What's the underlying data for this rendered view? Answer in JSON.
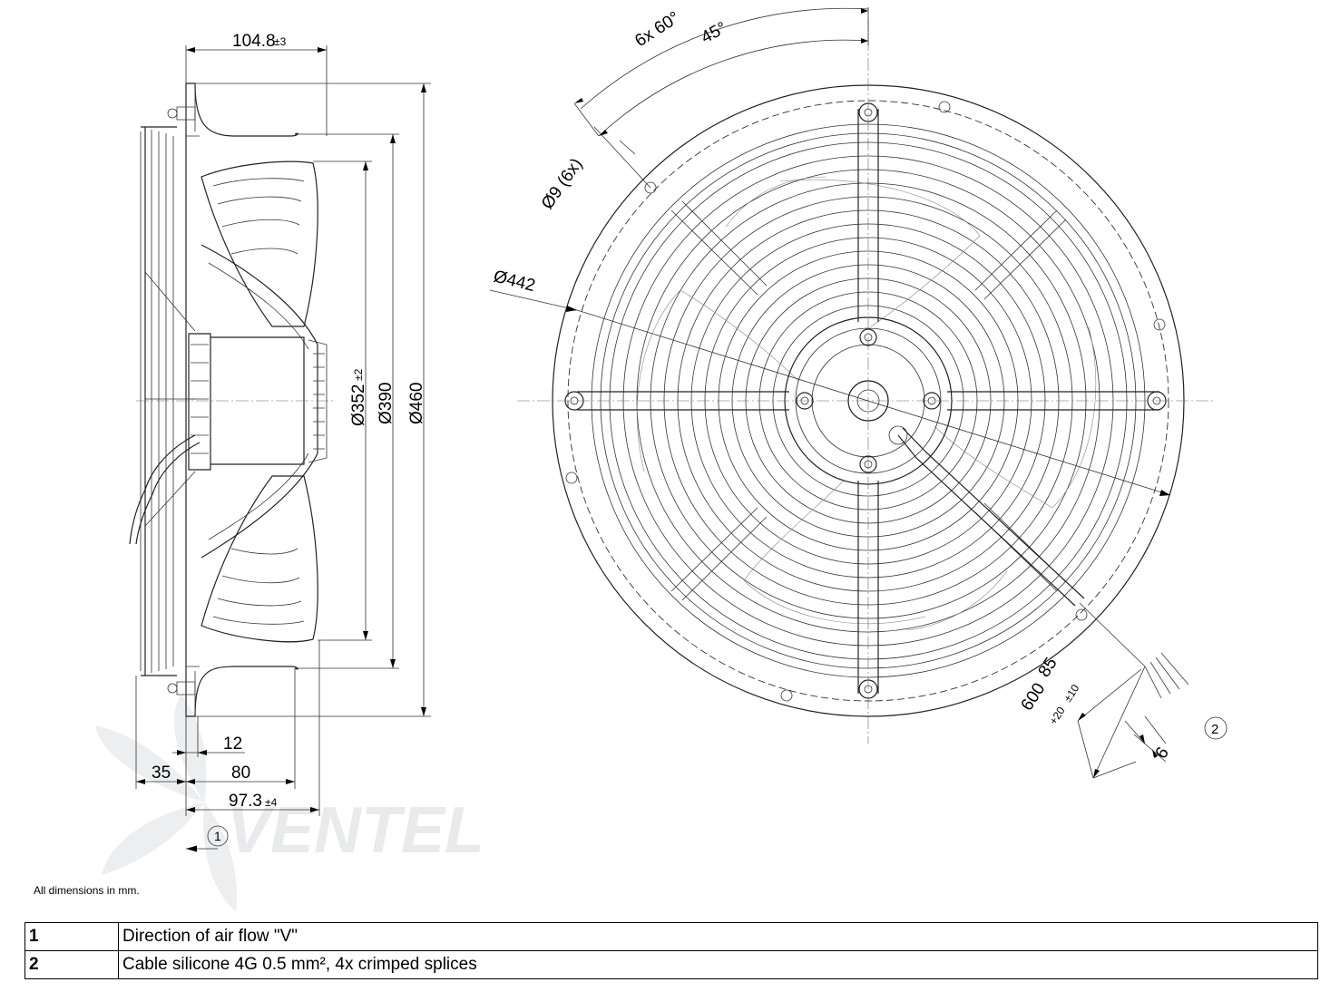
{
  "dimensions": {
    "width_104_8": "104.8",
    "tol_104_8": "±3",
    "d352": "Ø352",
    "tol_352": "±2",
    "d390": "Ø390",
    "d460": "Ø460",
    "d442": "Ø442",
    "d9": "Ø9 (6x)",
    "angle_6x60": "6x 60°",
    "angle_45": "45°",
    "dim_12": "12",
    "dim_35": "35",
    "dim_80": "80",
    "dim_97_3": "97.3",
    "tol_97_3": "±4",
    "cable_85": "85",
    "tol_85": "±10",
    "cable_600": "600",
    "tol_600": "+20",
    "dim_6": "6",
    "marker_1": "1",
    "marker_2": "2"
  },
  "watermark": {
    "brand": "VENTEL"
  },
  "note": "All dimensions in mm.",
  "legend": [
    {
      "num": "1",
      "text": "Direction of air flow \"V\""
    },
    {
      "num": "2",
      "text": "Cable silicone 4G 0.5 mm², 4x crimped splices"
    }
  ]
}
